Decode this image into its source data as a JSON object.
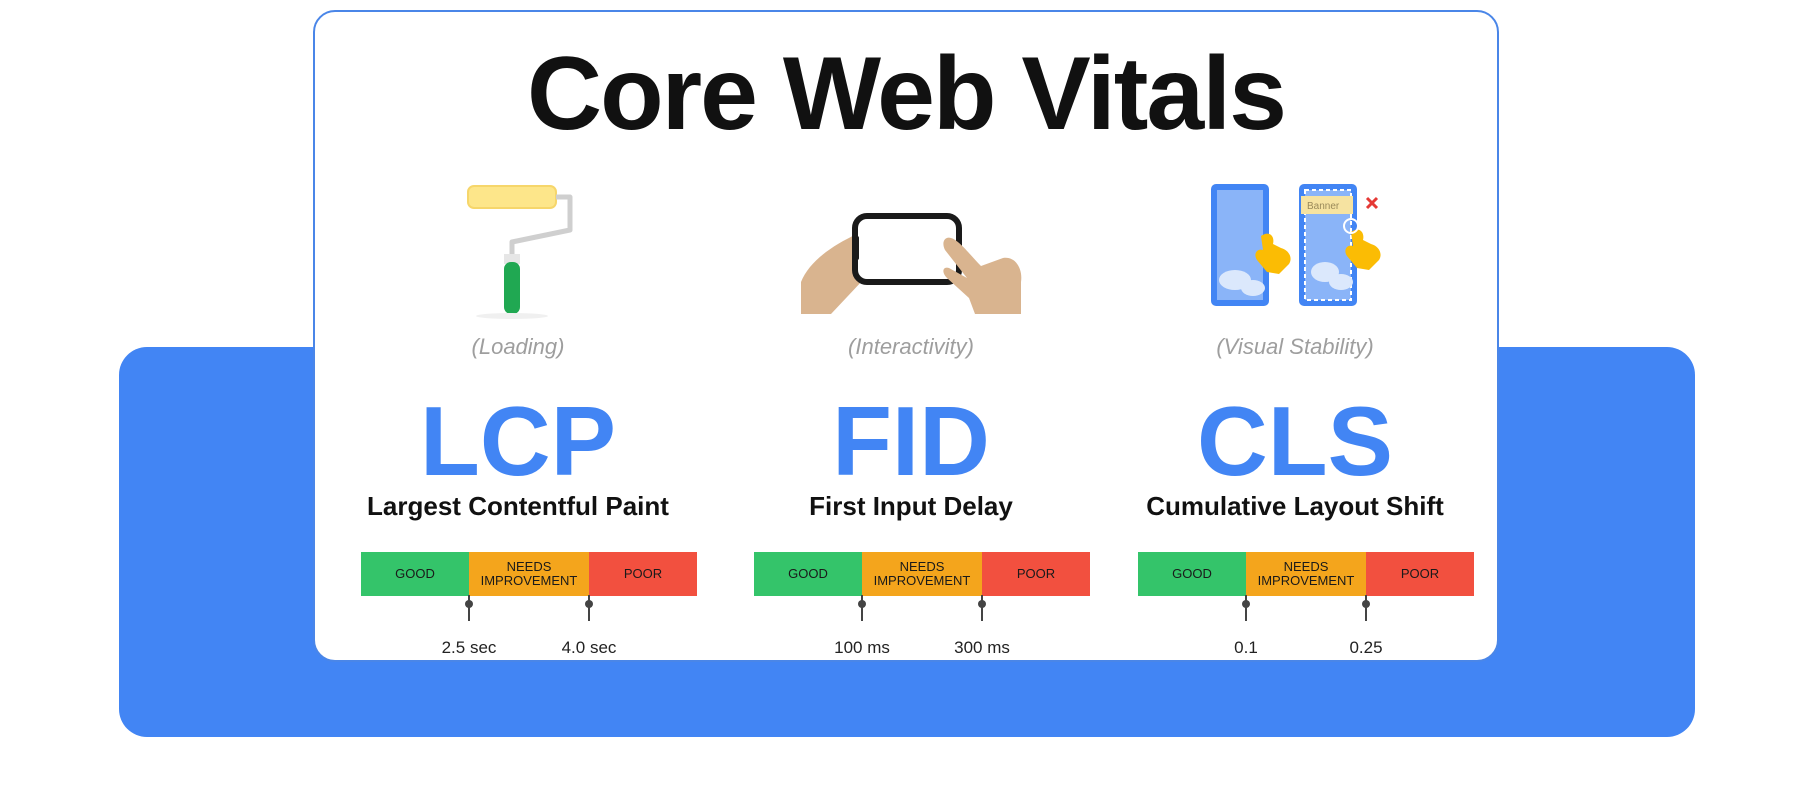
{
  "title": "Core Web Vitals",
  "colors": {
    "accent": "#4285f4",
    "good": "#34c46a",
    "needs_improvement": "#f4a51c",
    "poor": "#f2503f"
  },
  "metrics": [
    {
      "category": "(Loading)",
      "abbr": "LCP",
      "name": "Largest Contentful Paint",
      "icon": "paint-roller-icon",
      "scale": {
        "good": "GOOD",
        "needs_line1": "NEEDS",
        "needs_line2": "IMPROVEMENT",
        "poor": "POOR"
      },
      "thresholds": [
        "2.5 sec",
        "4.0 sec"
      ]
    },
    {
      "category": "(Interactivity)",
      "abbr": "FID",
      "name": "First Input Delay",
      "icon": "hands-tapping-phone-icon",
      "scale": {
        "good": "GOOD",
        "needs_line1": "NEEDS",
        "needs_line2": "IMPROVEMENT",
        "poor": "POOR"
      },
      "thresholds": [
        "100 ms",
        "300 ms"
      ]
    },
    {
      "category": "(Visual Stability)",
      "abbr": "CLS",
      "name": "Cumulative Layout Shift",
      "icon": "shifting-layout-phones-icon",
      "banner_text": "Banner",
      "scale": {
        "good": "GOOD",
        "needs_line1": "NEEDS",
        "needs_line2": "IMPROVEMENT",
        "poor": "POOR"
      },
      "thresholds": [
        "0.1",
        "0.25"
      ]
    }
  ]
}
